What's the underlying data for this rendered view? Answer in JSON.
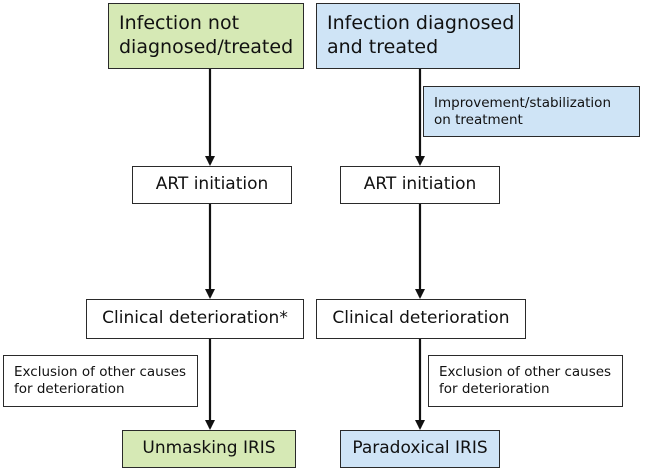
{
  "diagram": {
    "left_column": {
      "start": "Infection not\ndiagnosed/treated",
      "art": "ART initiation",
      "deterioration": "Clinical deterioration*",
      "exclusion": "Exclusion of other causes\nfor deterioration",
      "outcome": "Unmasking IRIS"
    },
    "right_column": {
      "start": "Infection diagnosed\nand treated",
      "improvement": "Improvement/stabilization\non treatment",
      "art": "ART initiation",
      "deterioration": "Clinical deterioration",
      "exclusion": "Exclusion of other causes\nfor deterioration",
      "outcome": "Paradoxical IRIS"
    },
    "colors": {
      "green_fill": "#d6e9b5",
      "blue_fill": "#cfe4f6",
      "border": "#2a2a2a",
      "arrow": "#111111"
    }
  }
}
